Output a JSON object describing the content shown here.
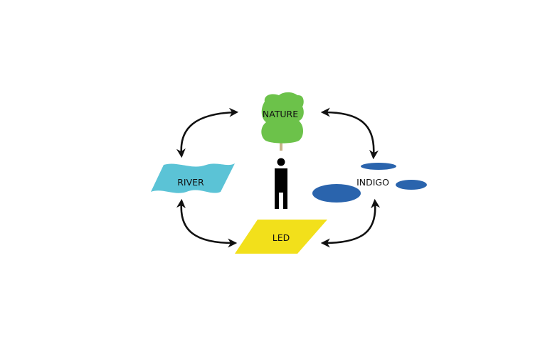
{
  "diagram": {
    "nodes": {
      "nature": {
        "label": "NATURE",
        "color": "#6cc24a",
        "trunk_color": "#c8b48a"
      },
      "river": {
        "label": "RIVER",
        "color": "#5bc3d6"
      },
      "indigo": {
        "label": "INDIGO",
        "color": "#2a64ad"
      },
      "led": {
        "label": "LED",
        "color": "#f2e01b"
      },
      "person": {
        "label": "",
        "color": "#000000"
      }
    },
    "arrows": [
      {
        "from": "nature",
        "to": "river",
        "direction": "bidirectional"
      },
      {
        "from": "nature",
        "to": "indigo",
        "direction": "bidirectional"
      },
      {
        "from": "river",
        "to": "led",
        "direction": "bidirectional"
      },
      {
        "from": "indigo",
        "to": "led",
        "direction": "bidirectional"
      }
    ],
    "arrow_color": "#111111"
  }
}
